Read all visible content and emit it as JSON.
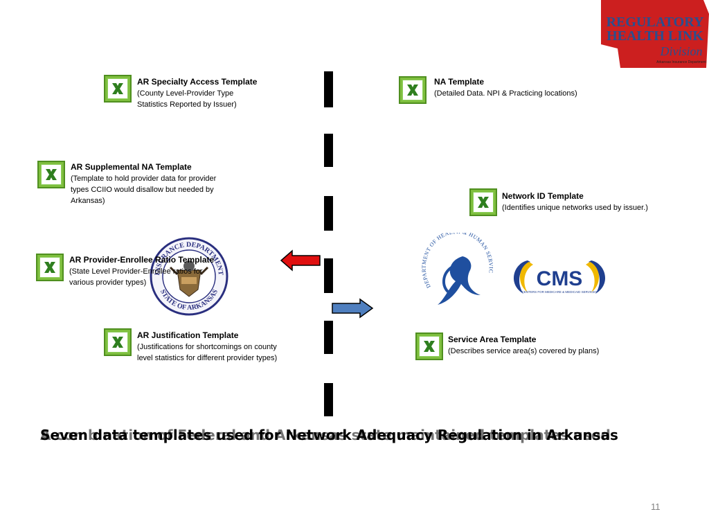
{
  "logo": {
    "line1": "REGULATORY",
    "line2": "HEALTH LINK",
    "line3": "Division",
    "line4": "Arkansas Insurance Department",
    "colors": {
      "red": "#cc1f1f",
      "blue": "#2a4f8f"
    }
  },
  "templates": {
    "ar_specialty": {
      "title": "AR Specialty Access Template",
      "desc1": "(County Level-Provider Type",
      "desc2": "Statistics Reported by Issuer)"
    },
    "ar_supplemental": {
      "title": "AR Supplemental NA Template",
      "desc1": "(Template to hold provider data for provider",
      "desc2": "types CCIIO would disallow but needed by",
      "desc3": "Arkansas)"
    },
    "ar_provider_ratio": {
      "title": "AR Provider-Enrollee Ratio Template",
      "desc1": "(State Level Provider-Enrollee ratios for",
      "desc2": "various provider types)"
    },
    "ar_justification": {
      "title": "AR Justification Template",
      "desc1": "(Justifications for shortcomings on county",
      "desc2": "level statistics for different provider types)"
    },
    "na": {
      "title": "NA Template",
      "desc1": "(Detailed Data. NPI & Practicing locations)"
    },
    "network_id": {
      "title": "Network ID Template",
      "desc1": "(Identifies unique networks used by issuer.)"
    },
    "service_area": {
      "title": "Service Area Template",
      "desc1": "(Describes service area(s) covered by plans)"
    }
  },
  "seals": {
    "arkansas": {
      "top": "INSURANCE DEPARTMENT",
      "left": "STATE",
      "bottom": "STATE OF ARKANSAS"
    },
    "hhs": {
      "text": "DEPARTMENT OF HEALTH & HUMAN SERVICES USA"
    },
    "cms": {
      "name": "CMS",
      "sub": "CENTERS FOR MEDICARE & MEDICAID SERVICES"
    }
  },
  "arrows": {
    "left_color": "#e01010",
    "right_color": "#4f7fbf"
  },
  "headline": {
    "text": "Seven data templates used for Network Adequacy Regulation in Arkansas",
    "overlay": "A combination of Federal and Arkansas state maintained templates used"
  },
  "page_number": "11"
}
